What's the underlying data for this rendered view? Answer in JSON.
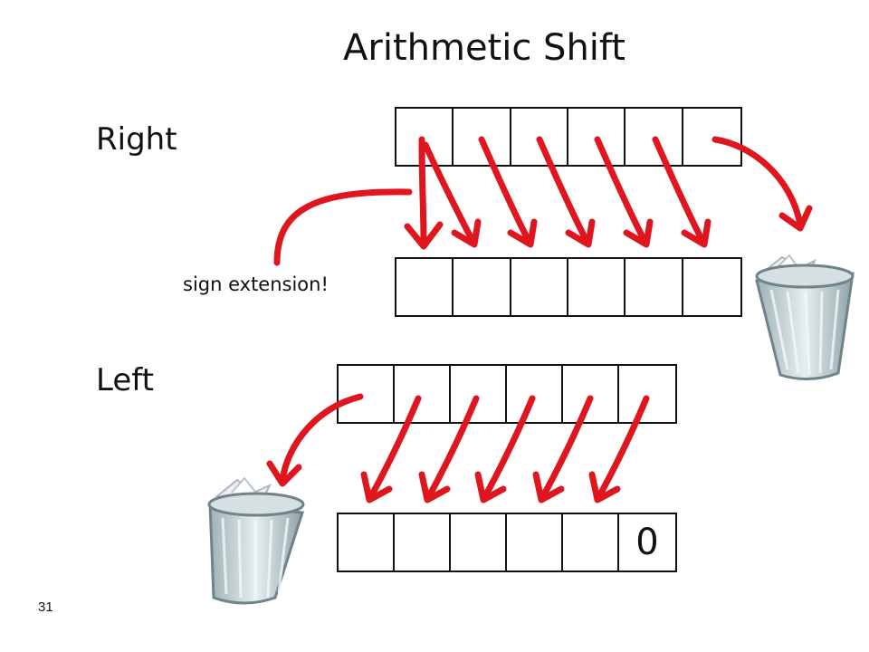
{
  "slide": {
    "title": "Arithmetic Shift",
    "right_label": "Right",
    "left_label": "Left",
    "sign_note": "sign extension!",
    "page_number": "31"
  },
  "rows": {
    "right_top": [
      "",
      "",
      "",
      "",
      "",
      ""
    ],
    "right_bottom": [
      "",
      "",
      "",
      "",
      "",
      ""
    ],
    "left_top": [
      "",
      "",
      "",
      "",
      "",
      ""
    ],
    "left_bottom": [
      "",
      "",
      "",
      "",
      "",
      "0"
    ]
  },
  "colors": {
    "arrow": "#e0161e",
    "box_border": "#111111",
    "bin_body": "#c9d6d8",
    "bin_stripe": "#eef3f4"
  },
  "icons": [
    "trash-bin-icon",
    "trash-bin-icon"
  ]
}
